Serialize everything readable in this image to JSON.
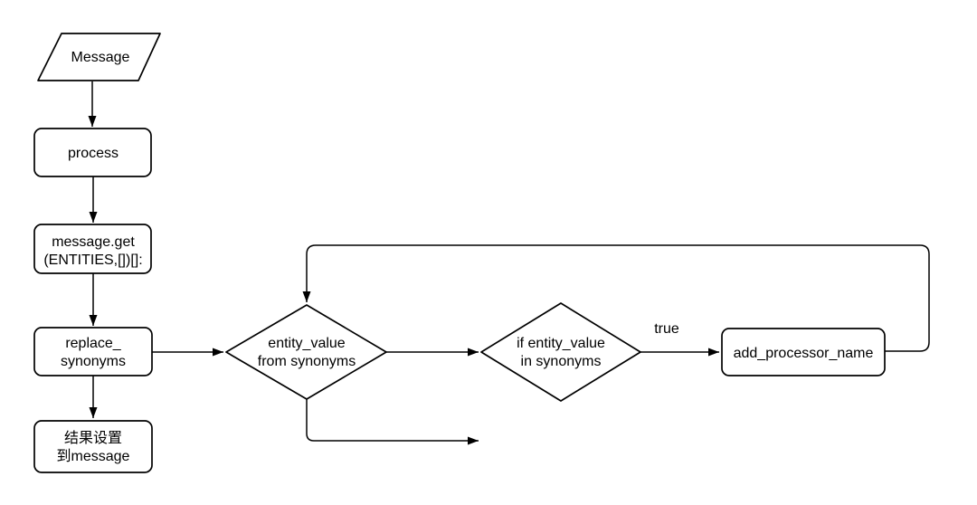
{
  "diagram": {
    "title": "replace_synonyms flowchart",
    "colors": {
      "background": "#ffffff",
      "node_fill": "#ffffff",
      "stroke": "#000000",
      "text": "#000000"
    },
    "nodes": {
      "message": {
        "shape": "parallelogram",
        "label": "Message"
      },
      "process": {
        "shape": "rounded-rect",
        "label": "process"
      },
      "message_get": {
        "shape": "rounded-rect",
        "label_line1": "message.get",
        "label_line2": "(ENTITIES,[])[]:"
      },
      "replace_synonyms": {
        "shape": "rounded-rect",
        "label_line1": "replace_",
        "label_line2": "synonyms"
      },
      "set_result_to_message": {
        "shape": "rounded-rect",
        "label_line1": "结果设置",
        "label_line2": "到message"
      },
      "entity_value_from_synonyms": {
        "shape": "diamond",
        "label_line1": "entity_value",
        "label_line2": "from synonyms"
      },
      "if_entity_value_in_synonyms": {
        "shape": "diamond",
        "label_line1": "if entity_value",
        "label_line2": "in synonyms"
      },
      "add_processor_name": {
        "shape": "rounded-rect",
        "label": "add_processor_name"
      }
    },
    "edges": {
      "true_branch_label": "true"
    }
  }
}
